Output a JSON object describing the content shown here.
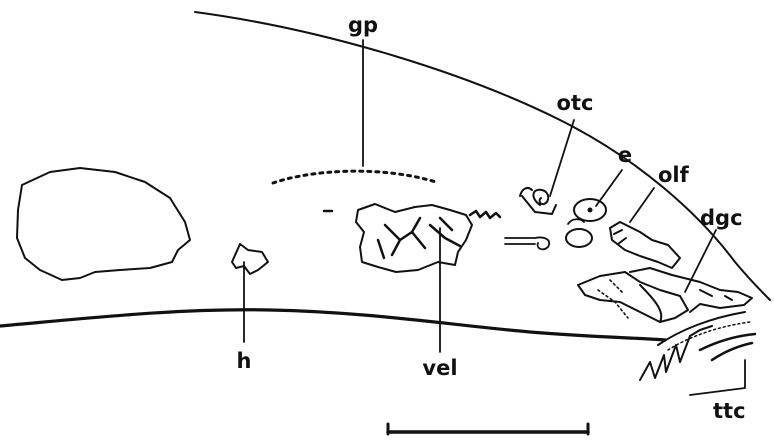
{
  "labels": {
    "gp": "gp",
    "otc": "otc",
    "e": "e",
    "olf": "olf",
    "dgc": "dgc",
    "h": "h",
    "vel": "vel",
    "ttc": "ttc"
  },
  "colors": {
    "ink": "#111111",
    "paper": "#ffffff"
  }
}
